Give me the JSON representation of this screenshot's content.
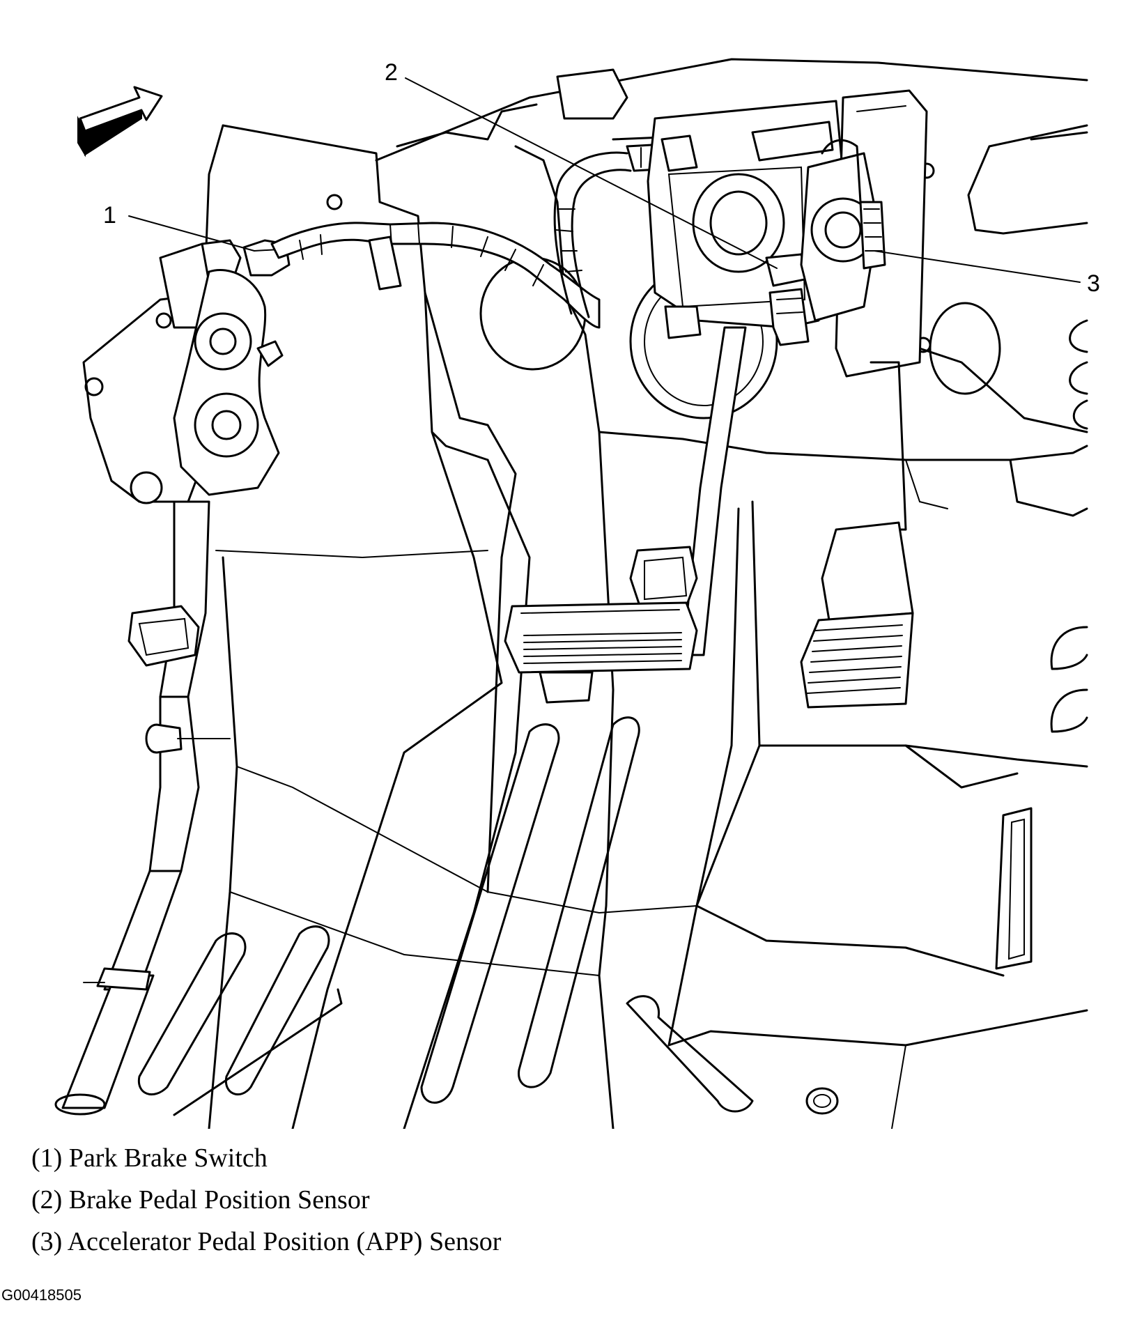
{
  "callouts": [
    {
      "number": "1",
      "label": "Park Brake Switch"
    },
    {
      "number": "2",
      "label": "Brake Pedal Position Sensor"
    },
    {
      "number": "3",
      "label": "Accelerator Pedal Position (APP) Sensor"
    }
  ],
  "legend": [
    "(1) Park Brake Switch",
    "(2) Brake Pedal Position Sensor",
    "(3) Accelerator Pedal Position (APP) Sensor"
  ],
  "figure_id": "G00418505",
  "icons": {
    "direction_arrow": "forward-arrow-icon"
  }
}
